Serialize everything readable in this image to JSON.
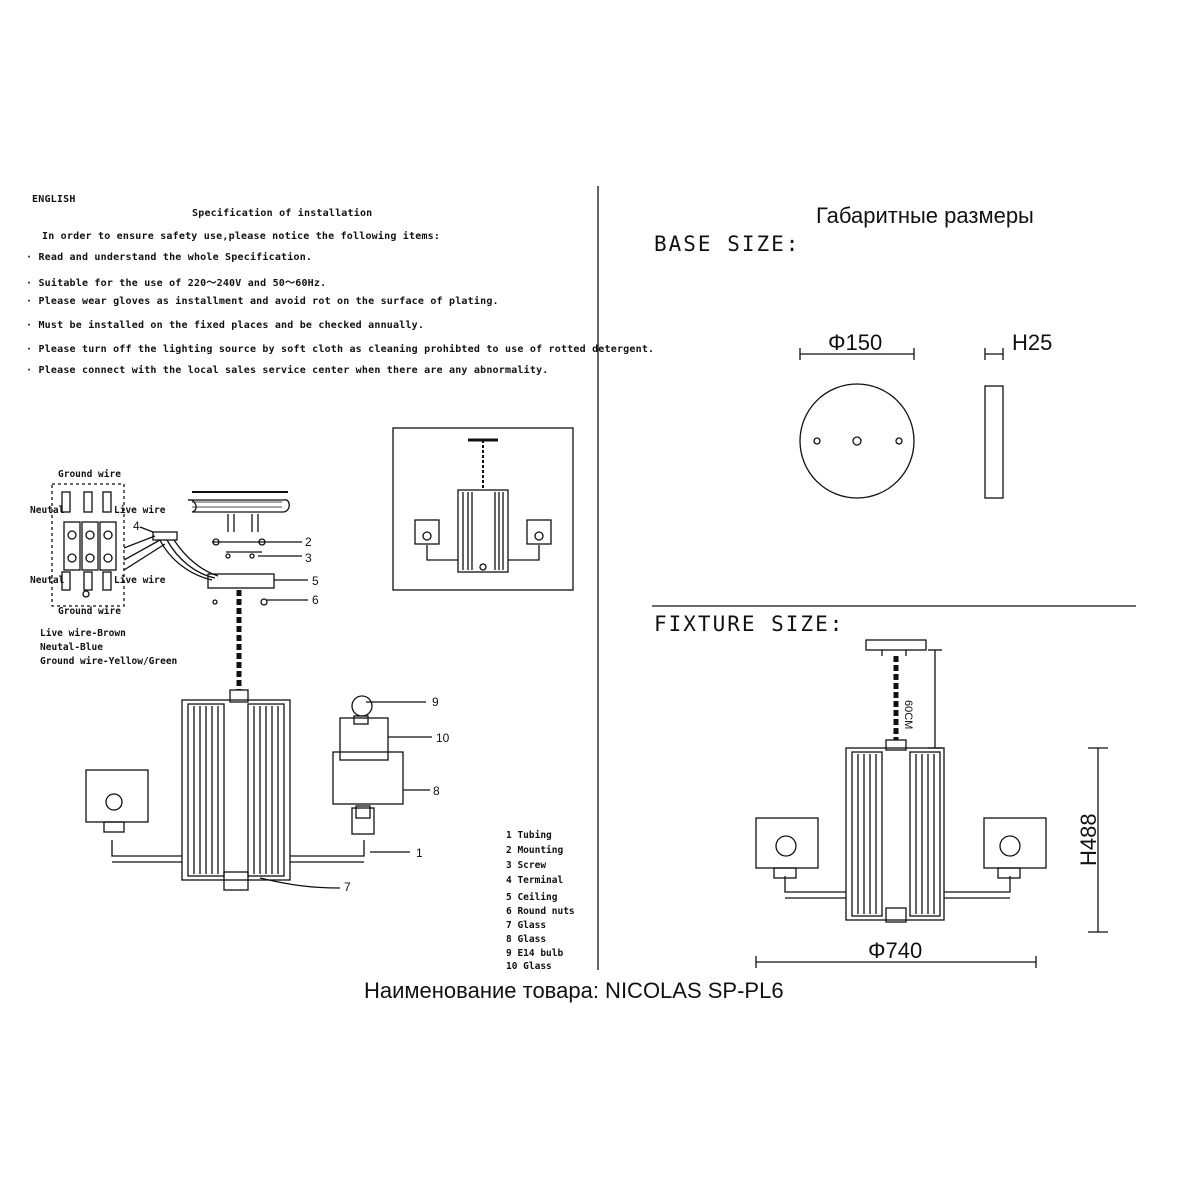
{
  "spec": {
    "language": "ENGLISH",
    "title": "Specification of installation",
    "intro": "In order to ensure safety use,please notice the following items:",
    "items": [
      "·  Read and understand the whole Specification.",
      "·  Suitable for the use of 220～240V and 50～60Hz.",
      "·  Please wear gloves as installment and avoid rot on the surface of plating.",
      "·  Must be installed on the fixed places and be checked annually.",
      "·  Please turn off the lighting source by soft cloth as cleaning prohibted to use of rotted detergent.",
      "·  Please connect with the local sales service center when there are any abnormality."
    ]
  },
  "wiring": {
    "ground_top": "Ground wire",
    "neutal_top": "Neutal",
    "live_top": "Live wire",
    "neutal_bottom": "Neutal",
    "live_bottom": "Live wire",
    "ground_bottom": "Ground wire",
    "legend": [
      "Live wire-Brown",
      "Neutal-Blue",
      "Ground wire-Yellow/Green"
    ]
  },
  "callouts": [
    "1",
    "2",
    "3",
    "4",
    "5",
    "6",
    "7",
    "8",
    "9",
    "10"
  ],
  "parts": [
    "1 Tubing",
    "2 Mounting",
    "3 Screw",
    "4 Terminal",
    "5 Ceiling",
    "6 Round nuts",
    "7 Glass",
    "8 Glass",
    "9 E14 bulb",
    "10 Glass"
  ],
  "right": {
    "heading_ru": "Габаритные размеры",
    "base_size": "BASE SIZE:",
    "base_diameter": "Φ150",
    "base_height": "H25",
    "fixture_size": "FIXTURE SIZE:",
    "chain": "60CM",
    "height": "H488",
    "width": "Φ740"
  },
  "product": "Наименование товара: NICOLAS SP-PL6"
}
